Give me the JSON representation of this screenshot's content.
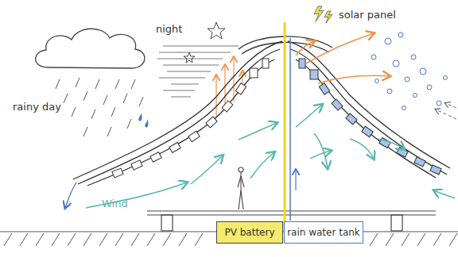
{
  "diagram": {
    "nodes": [
      {
        "text": [
          "PV battery"
        ]
      },
      {
        "text": [
          "rain water tank"
        ]
      }
    ],
    "labels": [
      "night",
      "solar panel",
      "rainy day",
      "Wind"
    ]
  }
}
